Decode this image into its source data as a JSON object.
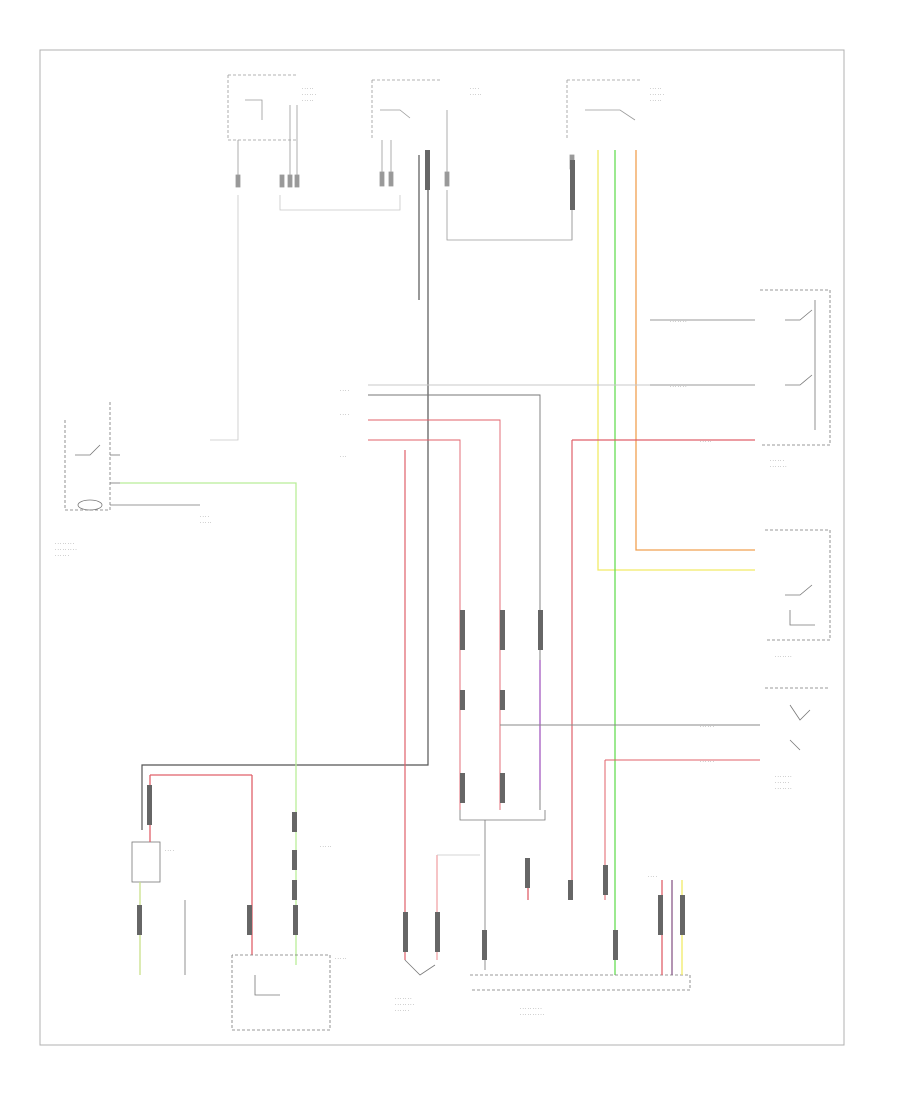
{
  "diagram": {
    "footer_code": "",
    "wire_colors": {
      "red": "#e0606a",
      "pink": "#f2a3a8",
      "green": "#66dd55",
      "lightgreen": "#b9ee99",
      "yellow": "#f2ea66",
      "orange": "#f0a050",
      "violet": "#b070c8",
      "dark": "#555555",
      "gray": "#9a9a9a",
      "lightgray": "#c8c8c8",
      "frame": "#b0b0b0"
    },
    "components": [
      {
        "id": "top-module-a",
        "name": ""
      },
      {
        "id": "top-module-b",
        "name": ""
      },
      {
        "id": "top-module-c",
        "name": ""
      },
      {
        "id": "left-switch-assembly",
        "name": ""
      },
      {
        "id": "shift-lever-switch",
        "name": ""
      },
      {
        "id": "right-switch-unit",
        "name": ""
      },
      {
        "id": "transmission-sensor",
        "name": ""
      },
      {
        "id": "battery",
        "name": ""
      },
      {
        "id": "starter",
        "name": ""
      },
      {
        "id": "ignition-switch",
        "name": ""
      },
      {
        "id": "control-module-bottom",
        "name": ""
      }
    ]
  }
}
